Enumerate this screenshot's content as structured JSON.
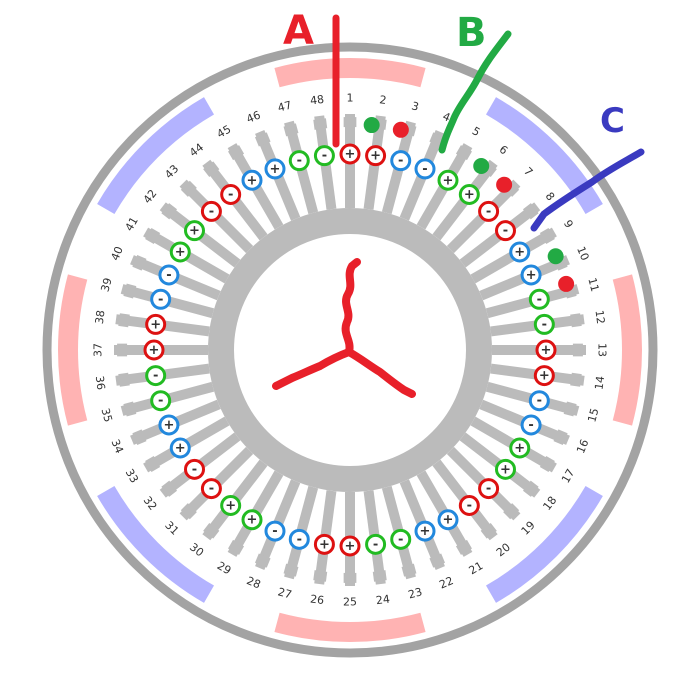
{
  "diagram": {
    "slot_count": 48,
    "slot_labels": [
      "1",
      "2",
      "3",
      "4",
      "5",
      "6",
      "7",
      "8",
      "9",
      "10",
      "11",
      "12",
      "13",
      "14",
      "15",
      "16",
      "17",
      "18",
      "19",
      "20",
      "21",
      "22",
      "23",
      "24",
      "25",
      "26",
      "27",
      "28",
      "29",
      "30",
      "31",
      "32",
      "33",
      "34",
      "35",
      "36",
      "37",
      "38",
      "39",
      "40",
      "41",
      "42",
      "43",
      "44",
      "45",
      "46",
      "47",
      "48"
    ],
    "coils": [
      {
        "slot": 1,
        "phase": "A",
        "sign": "+"
      },
      {
        "slot": 2,
        "phase": "A",
        "sign": "+"
      },
      {
        "slot": 3,
        "phase": "C",
        "sign": "-"
      },
      {
        "slot": 4,
        "phase": "C",
        "sign": "-"
      },
      {
        "slot": 5,
        "phase": "B",
        "sign": "+"
      },
      {
        "slot": 6,
        "phase": "B",
        "sign": "+"
      },
      {
        "slot": 7,
        "phase": "A",
        "sign": "-"
      },
      {
        "slot": 8,
        "phase": "A",
        "sign": "-"
      },
      {
        "slot": 9,
        "phase": "C",
        "sign": "+"
      },
      {
        "slot": 10,
        "phase": "C",
        "sign": "+"
      },
      {
        "slot": 11,
        "phase": "B",
        "sign": "-"
      },
      {
        "slot": 12,
        "phase": "B",
        "sign": "-"
      },
      {
        "slot": 13,
        "phase": "A",
        "sign": "+"
      },
      {
        "slot": 14,
        "phase": "A",
        "sign": "+"
      },
      {
        "slot": 15,
        "phase": "C",
        "sign": "-"
      },
      {
        "slot": 16,
        "phase": "C",
        "sign": "-"
      },
      {
        "slot": 17,
        "phase": "B",
        "sign": "+"
      },
      {
        "slot": 18,
        "phase": "B",
        "sign": "+"
      },
      {
        "slot": 19,
        "phase": "A",
        "sign": "-"
      },
      {
        "slot": 20,
        "phase": "A",
        "sign": "-"
      },
      {
        "slot": 21,
        "phase": "C",
        "sign": "+"
      },
      {
        "slot": 22,
        "phase": "C",
        "sign": "+"
      },
      {
        "slot": 23,
        "phase": "B",
        "sign": "-"
      },
      {
        "slot": 24,
        "phase": "B",
        "sign": "-"
      },
      {
        "slot": 25,
        "phase": "A",
        "sign": "+"
      },
      {
        "slot": 26,
        "phase": "A",
        "sign": "+"
      },
      {
        "slot": 27,
        "phase": "C",
        "sign": "-"
      },
      {
        "slot": 28,
        "phase": "C",
        "sign": "-"
      },
      {
        "slot": 29,
        "phase": "B",
        "sign": "+"
      },
      {
        "slot": 30,
        "phase": "B",
        "sign": "+"
      },
      {
        "slot": 31,
        "phase": "A",
        "sign": "-"
      },
      {
        "slot": 32,
        "phase": "A",
        "sign": "-"
      },
      {
        "slot": 33,
        "phase": "C",
        "sign": "+"
      },
      {
        "slot": 34,
        "phase": "C",
        "sign": "+"
      },
      {
        "slot": 35,
        "phase": "B",
        "sign": "-"
      },
      {
        "slot": 36,
        "phase": "B",
        "sign": "-"
      },
      {
        "slot": 37,
        "phase": "A",
        "sign": "+"
      },
      {
        "slot": 38,
        "phase": "A",
        "sign": "+"
      },
      {
        "slot": 39,
        "phase": "C",
        "sign": "-"
      },
      {
        "slot": 40,
        "phase": "C",
        "sign": "-"
      },
      {
        "slot": 41,
        "phase": "B",
        "sign": "+"
      },
      {
        "slot": 42,
        "phase": "B",
        "sign": "+"
      },
      {
        "slot": 43,
        "phase": "A",
        "sign": "-"
      },
      {
        "slot": 44,
        "phase": "A",
        "sign": "-"
      },
      {
        "slot": 45,
        "phase": "C",
        "sign": "+"
      },
      {
        "slot": 46,
        "phase": "C",
        "sign": "+"
      },
      {
        "slot": 47,
        "phase": "B",
        "sign": "-"
      },
      {
        "slot": 48,
        "phase": "B",
        "sign": "-"
      }
    ],
    "pole_count": 8,
    "phase_labels": {
      "A": "A",
      "B": "B",
      "C": "C"
    },
    "colors": {
      "phase_A": "#dd1111",
      "phase_B": "#22bb22",
      "phase_C": "#2288dd",
      "annotation_A": "#e8202a",
      "annotation_B": "#22aa44",
      "annotation_C": "#3a3ac0",
      "pole_north": "#ffb3b3",
      "pole_south": "#b3b3ff",
      "stator": "#bbbbbb",
      "frame": "#a3a3a3"
    }
  }
}
